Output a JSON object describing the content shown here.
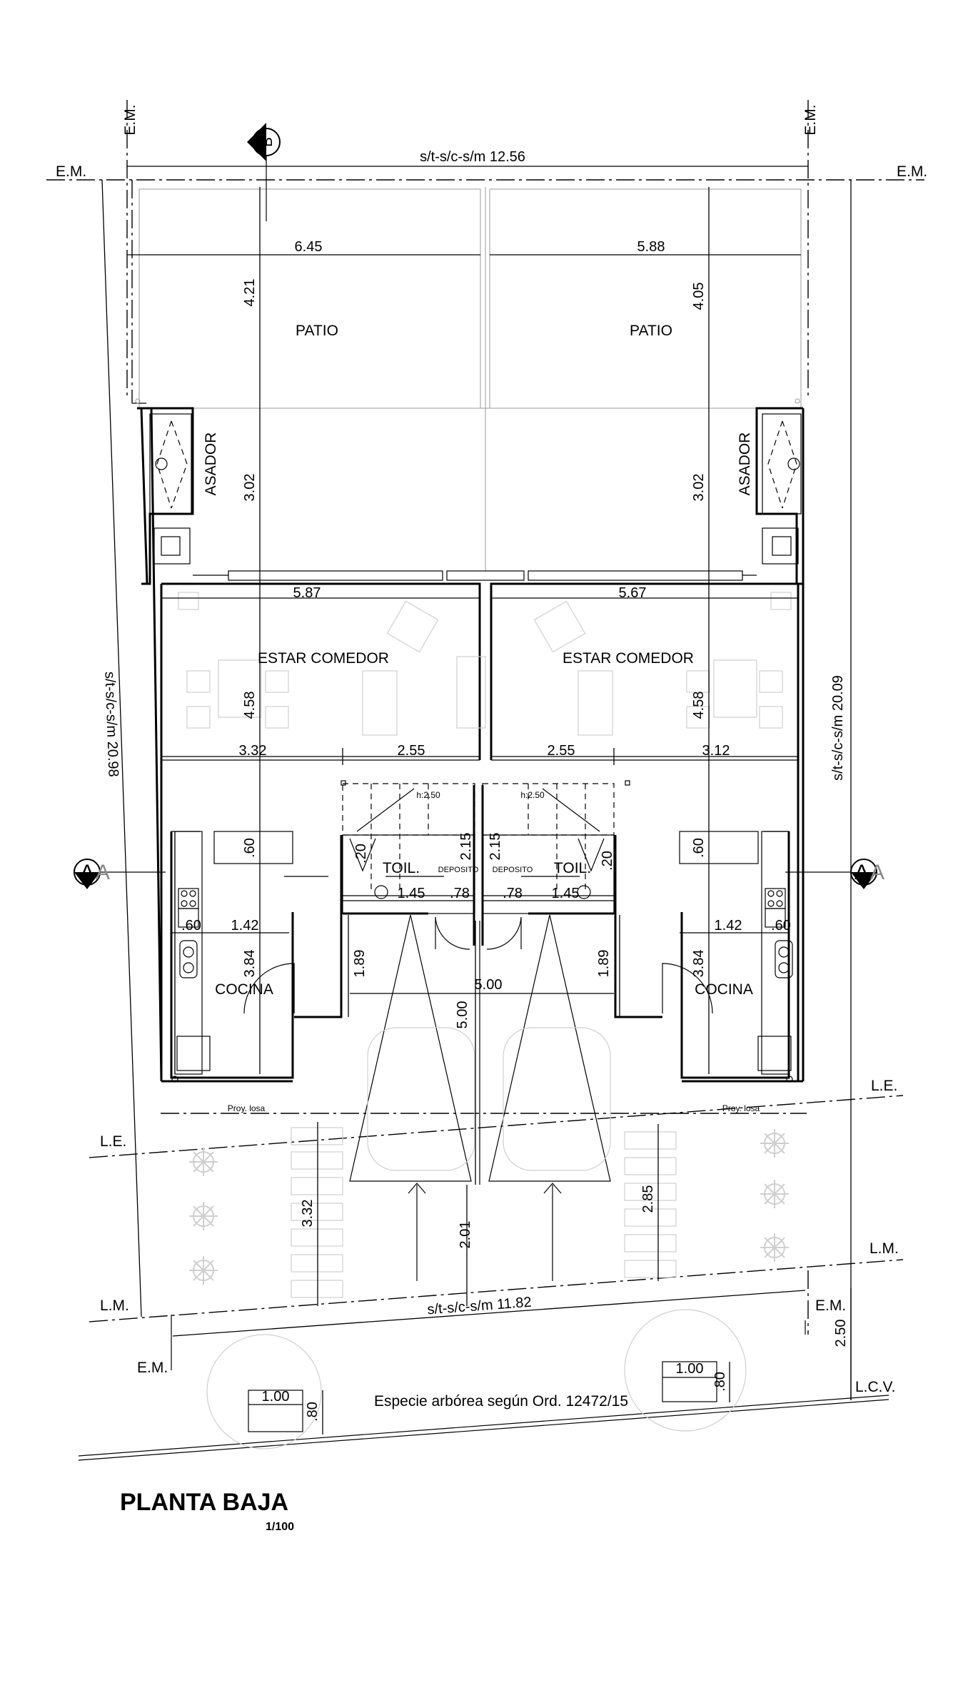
{
  "drawing": {
    "title": "PLANTA BAJA",
    "scale": "1/100",
    "tree_note": "Especie arbórea según  Ord. 12472/15"
  },
  "section_marks": {
    "b": "B",
    "a_left": "A",
    "a_right": "A"
  },
  "markers": {
    "em": "E.M.",
    "le": "L.E.",
    "lm": "L.M.",
    "lcv": "L.C.V."
  },
  "rooms": {
    "patio": "PATIO",
    "asador": "ASADOR",
    "estar_comedor": "ESTAR COMEDOR",
    "cocina": "COCINA",
    "toil": "TOIL.",
    "deposito": "DEPOSITO",
    "proy_losa": "Proy. losa",
    "stair_height": "h:2.50"
  },
  "dimensions": {
    "top_frontage": "s/t-s/c-s/m 12.56",
    "bottom_frontage": "s/t-s/c-s/m 11.82",
    "left_depth": "s/t-s/c-s/m 20.98",
    "right_depth": "s/t-s/c-s/m 20.09",
    "patio_left_width": "6.45",
    "patio_right_width": "5.88",
    "patio_left_depth": "4.21",
    "patio_right_depth": "4.05",
    "asador_left_depth": "3.02",
    "asador_right_depth": "3.02",
    "estar_left_width": "5.87",
    "estar_right_width": "5.67",
    "estar_left_depth": "4.58",
    "estar_right_depth": "4.58",
    "kitchen_left_width": "3.32",
    "hall_left_width": "2.55",
    "hall_right_width": "2.55",
    "kitchen_right_width": "3.12",
    "counter_60": ".60",
    "counter_20": ".20",
    "stair_215": "2.15",
    "toil_145": "1.45",
    "dep_78": ".78",
    "cocina_142": "1.42",
    "cocina_384": "3.84",
    "garage_189": "1.89",
    "garage_width": "5.00",
    "garage_depth": "5.00",
    "front_left_depth": "3.32",
    "front_right_depth": "2.85",
    "front_center": "2.01",
    "sidewalk": "2.50",
    "tree_pit_w": "1.00",
    "tree_pit_d": ".80"
  }
}
